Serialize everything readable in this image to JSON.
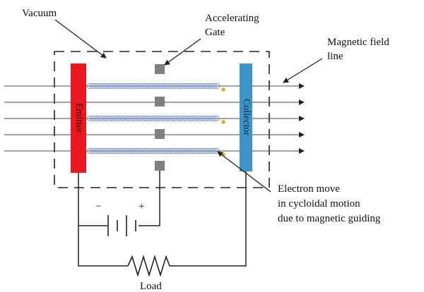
{
  "labels": {
    "vacuum": "Vacuum",
    "gate_line1": "Accelerating",
    "gate_line2": "Gate",
    "field_line1": "Magnetic field",
    "field_line2": "line",
    "emitter": "Emitter",
    "collector": "Collector",
    "electron_line1": "Electron move",
    "electron_line2": "in cycloidal motion",
    "electron_line3": "due to magnetic guiding",
    "minus": "−",
    "plus": "+",
    "load": "Load"
  },
  "colors": {
    "emitter": "#e8191f",
    "collector": "#3d94c8",
    "gate": "#7f7f7f",
    "coil": "#7f9cd0",
    "electron": "#f0a020",
    "line": "#222222"
  }
}
